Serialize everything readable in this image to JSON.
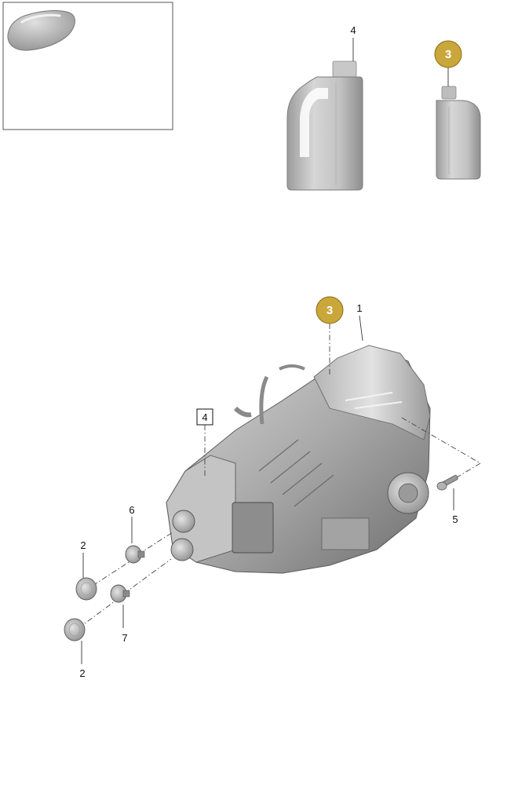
{
  "diagram": {
    "thumbnail": {
      "icon": "car-silhouette-icon"
    },
    "callouts": {
      "oil_canister": "4",
      "oil_bottle_badge": "3",
      "transmission": "1",
      "transmission_badge": "3",
      "assembly_box": "4",
      "bolt": "5",
      "flange_upper": "6",
      "flange_lower": "7",
      "cap_upper": "2",
      "cap_lower": "2"
    },
    "colors": {
      "badge_fill": "#c9a73a",
      "badge_stroke": "#8a6d14",
      "part_gray": "#b9b9b9",
      "part_dark": "#7a7a7a",
      "line": "#333333"
    }
  }
}
